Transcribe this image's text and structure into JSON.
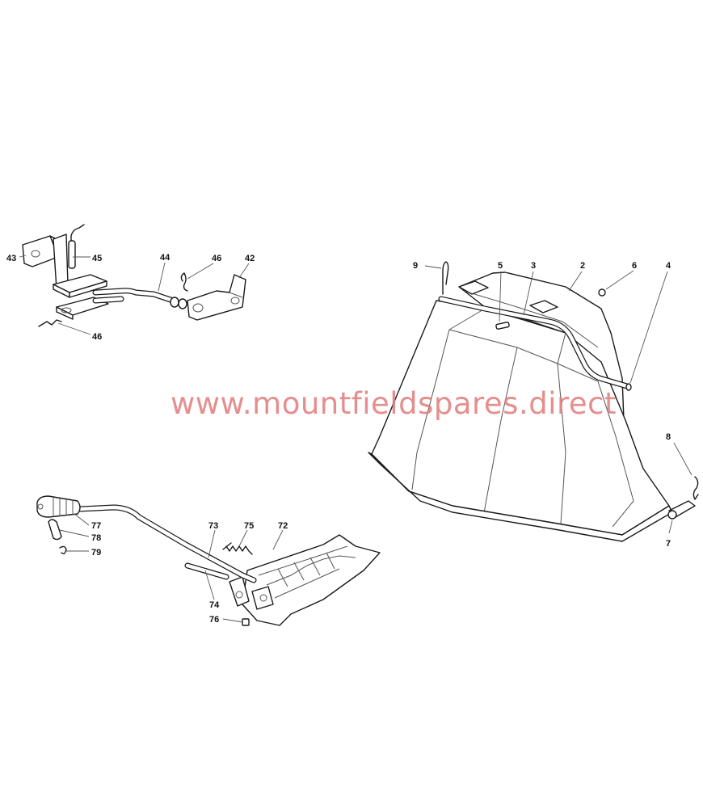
{
  "watermark": "www.mountfieldspares.direct",
  "callouts": {
    "c43": "43",
    "c45": "45",
    "c44": "44",
    "c46a": "46",
    "c42": "42",
    "c46b": "46",
    "c9": "9",
    "c5": "5",
    "c3": "3",
    "c2": "2",
    "c6": "6",
    "c4": "4",
    "c8": "8",
    "c7": "7",
    "c77": "77",
    "c78": "78",
    "c79": "79",
    "c73": "73",
    "c75": "75",
    "c72": "72",
    "c74": "74",
    "c76": "76"
  },
  "colors": {
    "line": "#1a1a1a",
    "watermark": "#e07a7a",
    "background": "#ffffff"
  }
}
